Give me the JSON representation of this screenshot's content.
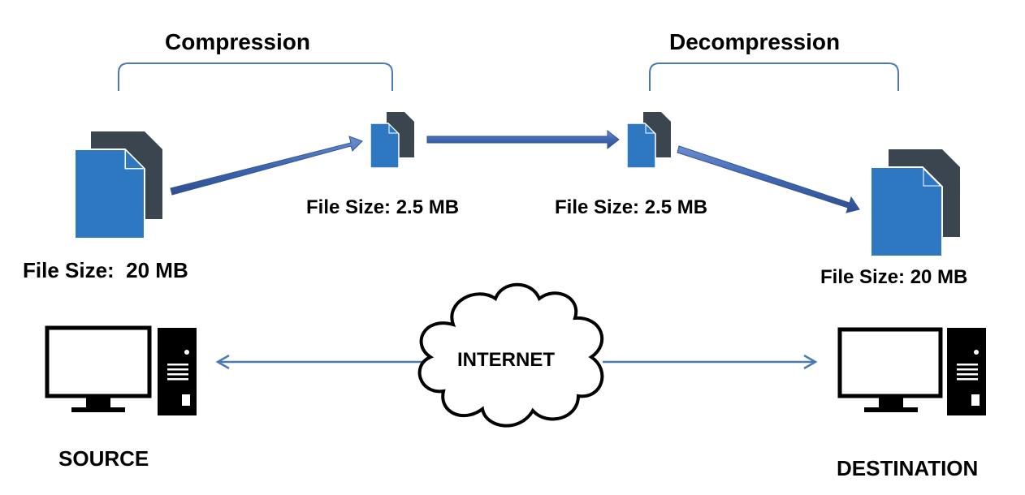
{
  "labels": {
    "compression": "Compression",
    "decompression": "Decompression",
    "source_size": "File Size:  20 MB",
    "compressed_size_1": "File Size: 2.5 MB",
    "compressed_size_2": "File Size: 2.5 MB",
    "destination_size": "File Size: 20 MB",
    "internet": "INTERNET",
    "source": "SOURCE",
    "destination": "DESTINATION"
  },
  "icons": {
    "file": "file-stack-icon",
    "computer": "desktop-computer-icon",
    "cloud": "cloud-icon"
  },
  "colors": {
    "file_front": "#2e78c2",
    "file_back": "#3a4550",
    "arrow": "#4472c4",
    "arrow_dark": "#2f5597",
    "bracket": "#4a7ab5",
    "cloud_stroke": "#000000"
  }
}
